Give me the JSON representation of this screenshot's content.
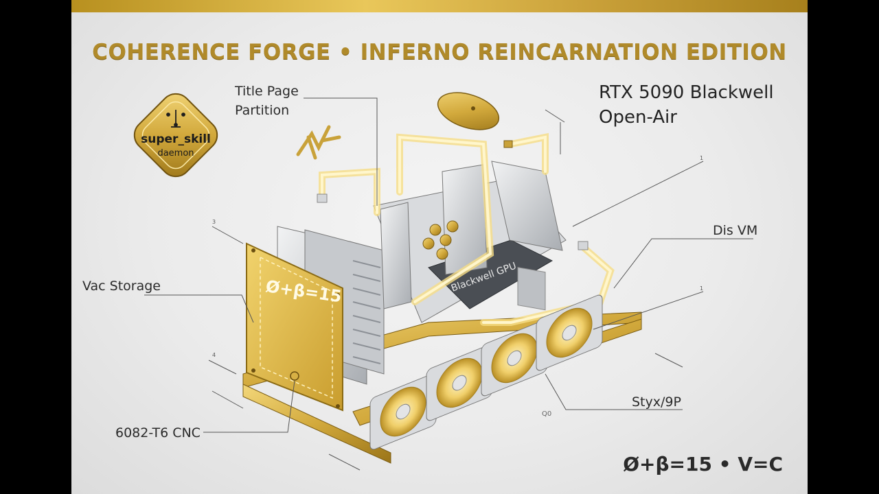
{
  "title": "COHERENCE FORGE • INFERNO REINCARNATION EDITION",
  "badge": {
    "line1": "super_skill",
    "line2": "daemon"
  },
  "labels": {
    "title_page_line1": "Title Page",
    "title_page_line2": "Partition",
    "gpu_line1": "RTX 5090 Blackwell",
    "gpu_line2": "Open-Air",
    "dis_vm": "Dis VM",
    "vac_storage": "Vac Storage",
    "cnc": "6082-T6 CNC",
    "styx": "Styx/9P",
    "q0": "Q0",
    "gpu_chip": "Blackwell GPU",
    "panel_formula": "Ø+β=15",
    "dim_3": "3",
    "dim_4": "4",
    "dim_1a": "1",
    "dim_1b": "1"
  },
  "footer_formula": "Ø+β=15 • V=C",
  "colors": {
    "gold": "#c9a23a",
    "gold_dark": "#8a6a14",
    "silver": "#cfd2d6",
    "background": "#ececec"
  }
}
